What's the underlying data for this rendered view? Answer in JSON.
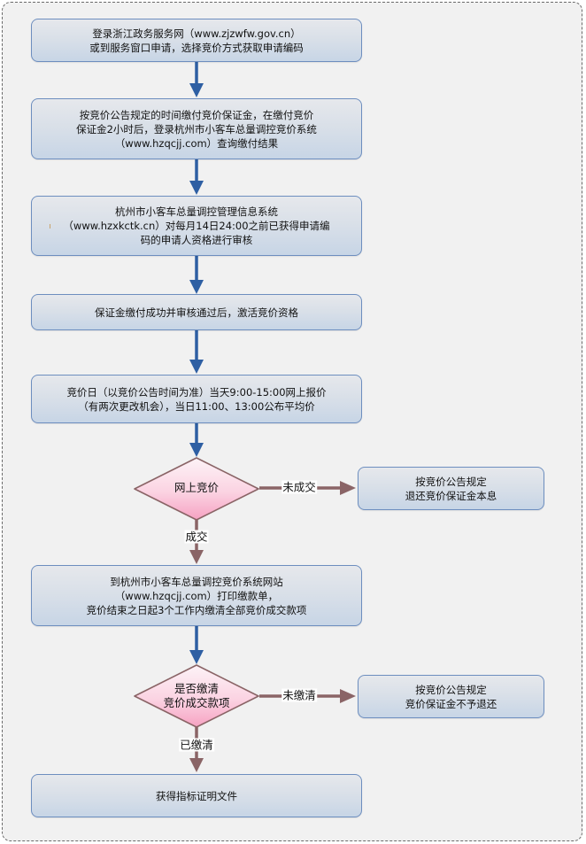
{
  "diagram": {
    "type": "flowchart",
    "title": "",
    "steps": [
      {
        "id": "apply",
        "lines": [
          "登录浙江政务服务网（www.zjzwfw.gov.cn）",
          "或到服务窗口申请，选择竞价方式获取申请编码"
        ]
      },
      {
        "id": "deposit",
        "lines": [
          "按竞价公告规定的时间缴付竞价保证金，在缴付竞价",
          "保证金2小时后，登录杭州市小客车总量调控竞价系统",
          "（www.hzqcjj.com）查询缴付结果"
        ]
      },
      {
        "id": "review",
        "lines": [
          "杭州市小客车总量调控管理信息系统",
          "（www.hzxkctk.cn）对每月14日24:00之前已获得申请编",
          "码的申请人资格进行审核"
        ]
      },
      {
        "id": "activate",
        "lines": [
          "保证金缴付成功并审核通过后，激活竞价资格"
        ]
      },
      {
        "id": "bid-day",
        "lines": [
          "竞价日（以竞价公告时间为准）当天9:00-15:00网上报价",
          "（有两次更改机会），当日11:00、13:00公布平均价"
        ]
      },
      {
        "id": "pay",
        "lines": [
          "到杭州市小客车总量调控竞价系统网站",
          "（www.hzqcjj.com）打印缴款单，",
          "竞价结束之日起3个工作内缴清全部竞价成交款项"
        ]
      },
      {
        "id": "certificate",
        "lines": [
          "获得指标证明文件"
        ]
      }
    ],
    "decisions": [
      {
        "id": "online-bid",
        "lines": [
          "网上竞价"
        ],
        "yes_label": "成交",
        "no_label": "未成交"
      },
      {
        "id": "paid-check",
        "lines": [
          "是否缴清",
          "竞价成交款项"
        ],
        "yes_label": "已缴清",
        "no_label": "未缴清"
      }
    ],
    "side_results": [
      {
        "id": "refund",
        "lines": [
          "按竞价公告规定",
          "退还竞价保证金本息"
        ]
      },
      {
        "id": "forfeit",
        "lines": [
          "按竞价公告规定",
          "竞价保证金不予退还"
        ]
      }
    ],
    "colors": {
      "flow_arrow": "#2e5fa3",
      "branch_arrow": "#8a6466",
      "box_border": "#6d8ebf",
      "diamond_border": "#8a6466",
      "diamond_fill_top": "#fdf1f6",
      "diamond_fill_bottom": "#f7a8c6"
    }
  }
}
